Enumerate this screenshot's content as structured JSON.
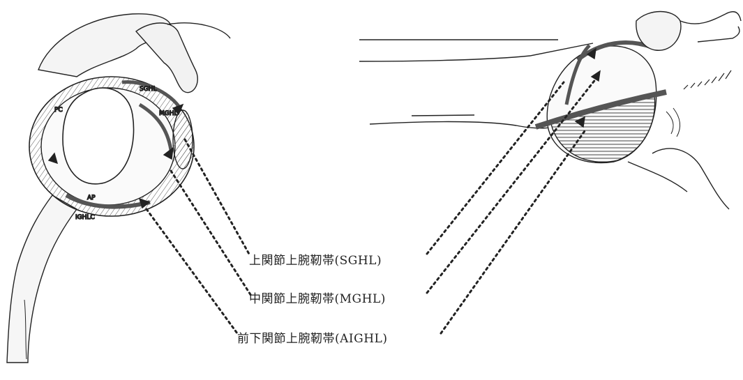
{
  "labels": {
    "sghl": "上関節上腕靭帯(SGHL)",
    "mghl": "中関節上腕靭帯(MGHL)",
    "aighl": "前下関節上腕靭帯(AIGHL)"
  },
  "figure_text": {
    "sghl": "SGHL",
    "mghl": "MGHL",
    "ighlc": "IGHLC",
    "ap": "AP",
    "pc": "PC"
  }
}
